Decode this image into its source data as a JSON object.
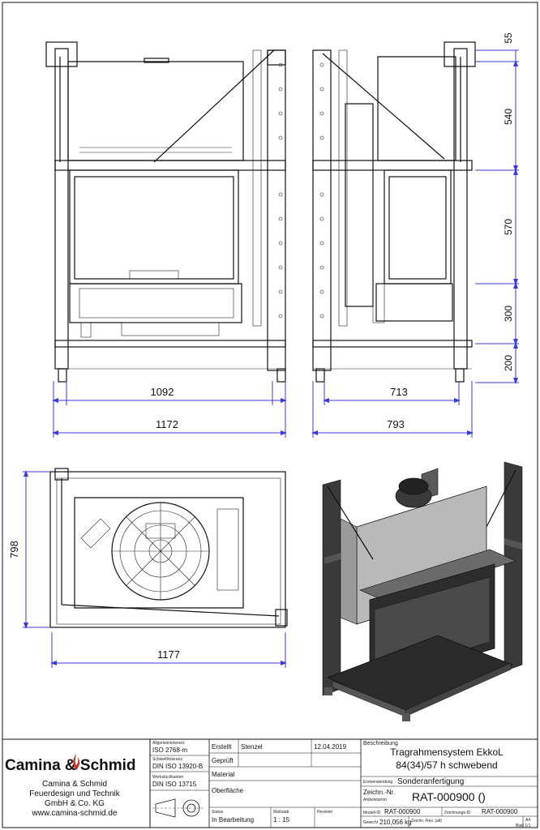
{
  "dimensions": {
    "front_width_inner": "1092",
    "front_width_outer": "1172",
    "side_width_inner": "713",
    "side_width_outer": "793",
    "top_width": "1177",
    "top_depth": "798",
    "height_1": "55",
    "height_2": "540",
    "height_3": "570",
    "height_4": "300",
    "height_5": "200"
  },
  "title_block": {
    "company_logo": "Camina & Schmid",
    "company_line1": "Camina & Schmid",
    "company_line2": "Feuerdesign und Technik",
    "company_line3": "GmbH & Co. KG",
    "company_web": "www.camina-schmid.de",
    "tol_general_label": "Allgemeintoleranz",
    "tol_general_value": "ISO 2768-m",
    "tol_weld_label": "Schweißtoleranz",
    "tol_weld_value": "DIN ISO 13920-B",
    "edges_label": "Werkstückkanten",
    "edges_value": "DIN ISO 13715",
    "created_label": "Erstellt",
    "created_by": "Stenzel",
    "created_date": "12.04.2019",
    "checked_label": "Geprüft",
    "material_label": "Material",
    "surface_label": "Oberfläche",
    "status_label": "Status",
    "status_value": "In Bearbeitung",
    "scale_label": "Maßstab",
    "scale_value": "1 : 15",
    "revision_label": "Revision",
    "description_label": "Beschreibung",
    "description_line1": "Tragrahmensystem EkkoL",
    "description_line2": "84(34)/57 h schwebend",
    "usage_label": "Erstverwendung",
    "usage_value": "Sonderanfertigung",
    "drawing_no_label": "Zeichn.-Nr.",
    "article_label": "Artikelstamm",
    "drawing_no_value": "RAT-000900  ()",
    "model_id_label": "Modell-ID",
    "model_id_value": "RAT-000900",
    "drawing_id_label": "Zeichnungs-ID",
    "drawing_id_value": "RAT-000900",
    "weight_label": "Gewicht",
    "weight_value": "210,056 kg",
    "drawing_rev_label": "Zeichn.-Rev. (alt)",
    "format_value": "A4",
    "sheet_value": "Blatt 1/1"
  },
  "colors": {
    "dimension_line": "#3b3bd6",
    "frame_dark": "#3a3a3a",
    "panel_grey": "#b9b9b9"
  }
}
